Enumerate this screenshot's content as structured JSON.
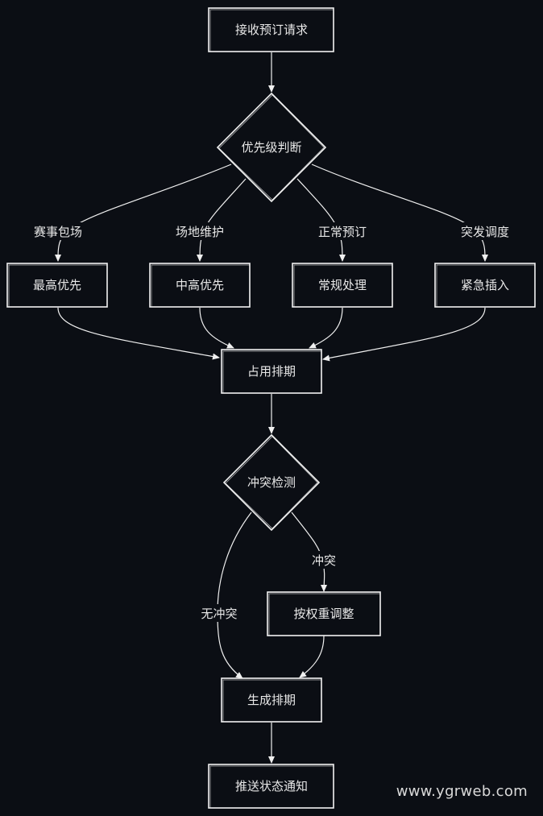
{
  "nodes": {
    "receive": "接收预订请求",
    "priority": "优先级判断",
    "highest": "最高优先",
    "midHigh": "中高优先",
    "normal": "常规处理",
    "urgent": "紧急插入",
    "occupy": "占用排期",
    "conflict": "冲突检测",
    "adjust": "按权重调整",
    "generate": "生成排期",
    "notify": "推送状态通知"
  },
  "edges": {
    "event": "赛事包场",
    "maintenance": "场地维护",
    "regular": "正常预订",
    "dispatch": "突发调度",
    "hasConflict": "冲突",
    "noConflict": "无冲突"
  },
  "watermark": "www.ygrweb.com"
}
